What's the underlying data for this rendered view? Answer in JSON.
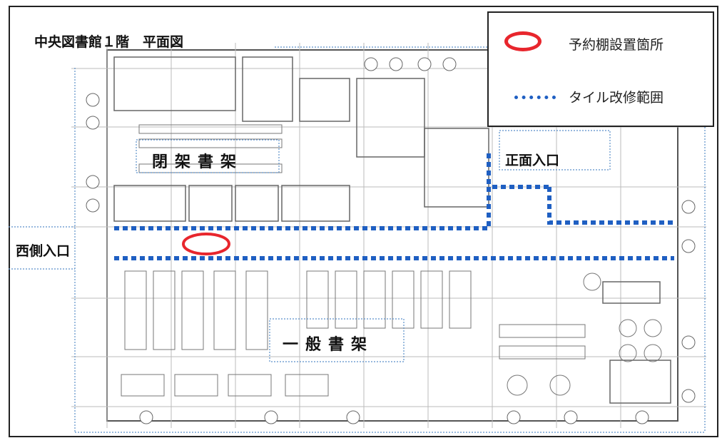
{
  "map": {
    "title": "中央図書館１階　平面図",
    "areas": {
      "closed_stacks": "閉架書架",
      "general_stacks": "一般書架"
    },
    "entrances": {
      "front": "正面入口",
      "west": "西側入口"
    },
    "markers": {
      "reservation_shelf_count": 1
    }
  },
  "legend": {
    "items": [
      {
        "label": "予約棚設置箇所",
        "symbol": "red-oval",
        "color": "#e8262d"
      },
      {
        "label": "タイル改修範囲",
        "symbol": "blue-dotted-line",
        "color": "#1f5fc2"
      }
    ]
  },
  "colors": {
    "reservation_marker": "#e8262d",
    "tile_renovation": "#1f5fc2",
    "guide_dots": "#5b8fc9",
    "plan_lines": "#555555"
  }
}
